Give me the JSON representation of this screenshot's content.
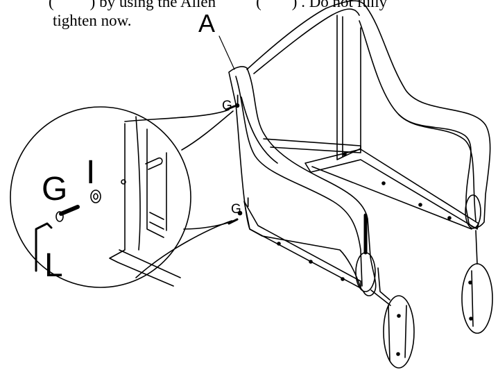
{
  "instruction": {
    "line1_left": "(",
    "line1_mid": ") by using the Allen",
    "line1_right": "(",
    "line1_end": ") . Do not fully",
    "line2": "tighten now."
  },
  "labels": {
    "frame": "A",
    "bolt": "G",
    "washer": "I",
    "allen_key": "L"
  },
  "colors": {
    "line": "#000000",
    "background": "#ffffff"
  }
}
